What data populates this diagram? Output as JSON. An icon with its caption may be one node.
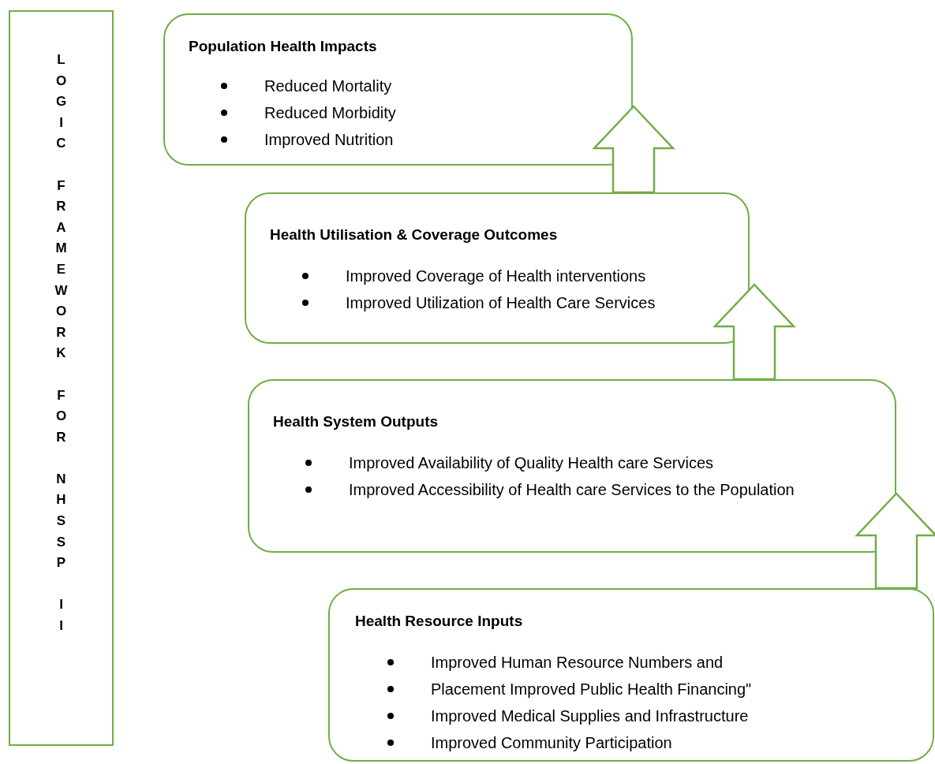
{
  "diagram": {
    "nodes": [
      {
        "text": [
          "LOGIC FRAMEWORK FOR NHSSP II"
        ]
      },
      {
        "text": [
          "Population Health Impacts",
          "Reduced Mortality",
          "Reduced Morbidity",
          "Improved Nutrition"
        ]
      },
      {
        "text": [
          "Health Utilisation & Coverage Outcomes",
          "Improved Coverage of Health interventions",
          "Improved Utilization of Health Care Services"
        ]
      },
      {
        "text": [
          "Health System Outputs",
          "Improved Availability of Quality Health care Services",
          "Improved Accessibility of Health care Services to the Population"
        ]
      },
      {
        "text": [
          "Health Resource Inputs",
          "Improved Human Resource Numbers and",
          "Placement Improved Public Health Financing\"",
          "Improved Medical Supplies and Infrastructure",
          "Improved Community Participation"
        ]
      }
    ],
    "edges": [
      {
        "from": 4,
        "to": 3,
        "arrow": "to"
      },
      {
        "from": 3,
        "to": 2,
        "arrow": "to"
      },
      {
        "from": 2,
        "to": 1,
        "arrow": "to"
      }
    ]
  }
}
